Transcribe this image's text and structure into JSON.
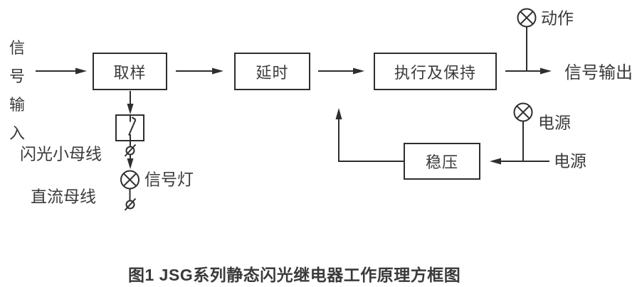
{
  "figure": {
    "caption": "图1  JSG系列静态闪光继电器工作原理方框图",
    "colors": {
      "line": "#2e2e2e",
      "text": "#3a3a3a",
      "background": "#ffffff"
    },
    "input_label": {
      "chars": [
        "信",
        "号",
        "输",
        "入"
      ]
    },
    "boxes": [
      {
        "id": "sampling",
        "label": "取样"
      },
      {
        "id": "delay",
        "label": "延时"
      },
      {
        "id": "execute-hold",
        "label": "执行及保持"
      },
      {
        "id": "regulator",
        "label": "稳压"
      }
    ],
    "labels": {
      "action_lamp": "动作",
      "signal_output": "信号输出",
      "power_lamp": "电源",
      "power_input": "电源",
      "signal_lamp": "信号灯",
      "flash_bus": "闪光小母线",
      "dc_bus": "直流母线"
    },
    "icons": {
      "lamp": "circle-with-x-indicator-lamp",
      "terminal": "circle-with-slash-terminal",
      "contact": "relay-contact-switch"
    }
  }
}
